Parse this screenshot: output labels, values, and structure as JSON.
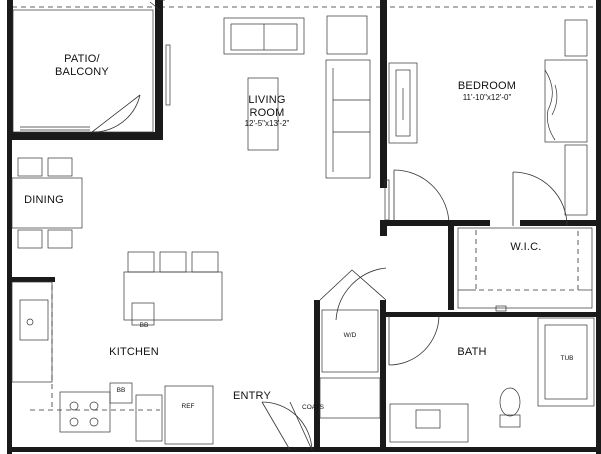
{
  "rooms": {
    "patio": {
      "line1": "PATIO/",
      "line2": "BALCONY"
    },
    "living": {
      "line1": "LIVING",
      "line2": "ROOM",
      "dims": "12'-5\"x13'-2\""
    },
    "bedroom": {
      "name": "BEDROOM",
      "dims": "11'-10\"x12'-0\""
    },
    "dining": {
      "name": "DINING"
    },
    "wic": {
      "name": "W.I.C."
    },
    "kitchen": {
      "name": "KITCHEN"
    },
    "bath": {
      "name": "BATH"
    },
    "entry": {
      "name": "ENTRY"
    }
  },
  "fixtures": {
    "wd": "W/D",
    "coats": "COATS",
    "ref": "REF",
    "tub": "TUB",
    "burner_island": "BB",
    "burner_range": "BB"
  },
  "colors": {
    "wall": "#1a1a1a",
    "line": "#222222",
    "background": "#ffffff"
  }
}
